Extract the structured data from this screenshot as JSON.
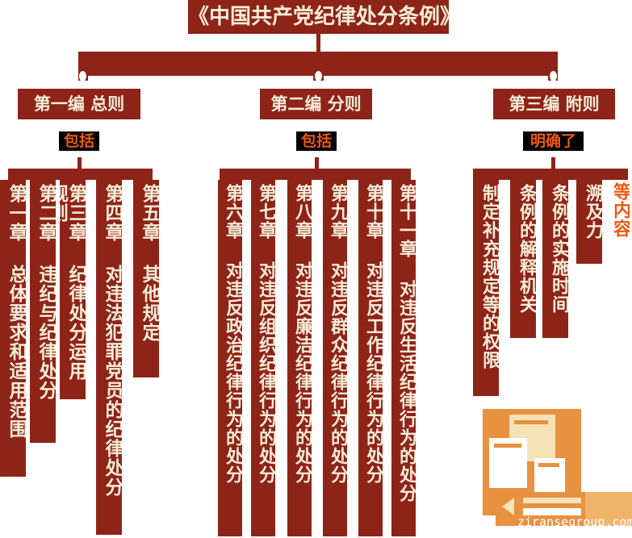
{
  "title": "《中国共产党纪律处分条例》",
  "colors": {
    "dark_red": "#8e2418",
    "cream_text": "#f7ecd9",
    "orange": "#ea5a12",
    "deco_orange": "#e8913f",
    "deco_light": "#f0b36a",
    "deco_cream": "#f5e3b8",
    "background": "#ffffff"
  },
  "sections": [
    {
      "header": "第一编  总则",
      "connector": "包括",
      "chapters": [
        "第一章 总体要求和适用范围",
        "第二章 违纪与纪律处分",
        "第三章 纪律处分运用规则",
        "第四章 对违法犯罪党员的纪律处分",
        "第五章 其他规定"
      ]
    },
    {
      "header": "第二编  分则",
      "connector": "包括",
      "chapters": [
        "第六章 对违反政治纪律行为的处分",
        "第七章 对违反组织纪律行为的处分",
        "第八章 对违反廉洁纪律行为的处分",
        "第九章 对违反群众纪律行为的处分",
        "第十章 对违反工作纪律行为的处分",
        "第十一章 对违反生活纪律行为的处分"
      ]
    },
    {
      "header": "第三编  附则",
      "connector": "明确了",
      "chapters": [
        "制定补充规定等的权限",
        "条例的解释机关",
        "条例的实施时间",
        "溯及力",
        "等内容"
      ]
    }
  ],
  "watermark": "ziransegroup.com"
}
